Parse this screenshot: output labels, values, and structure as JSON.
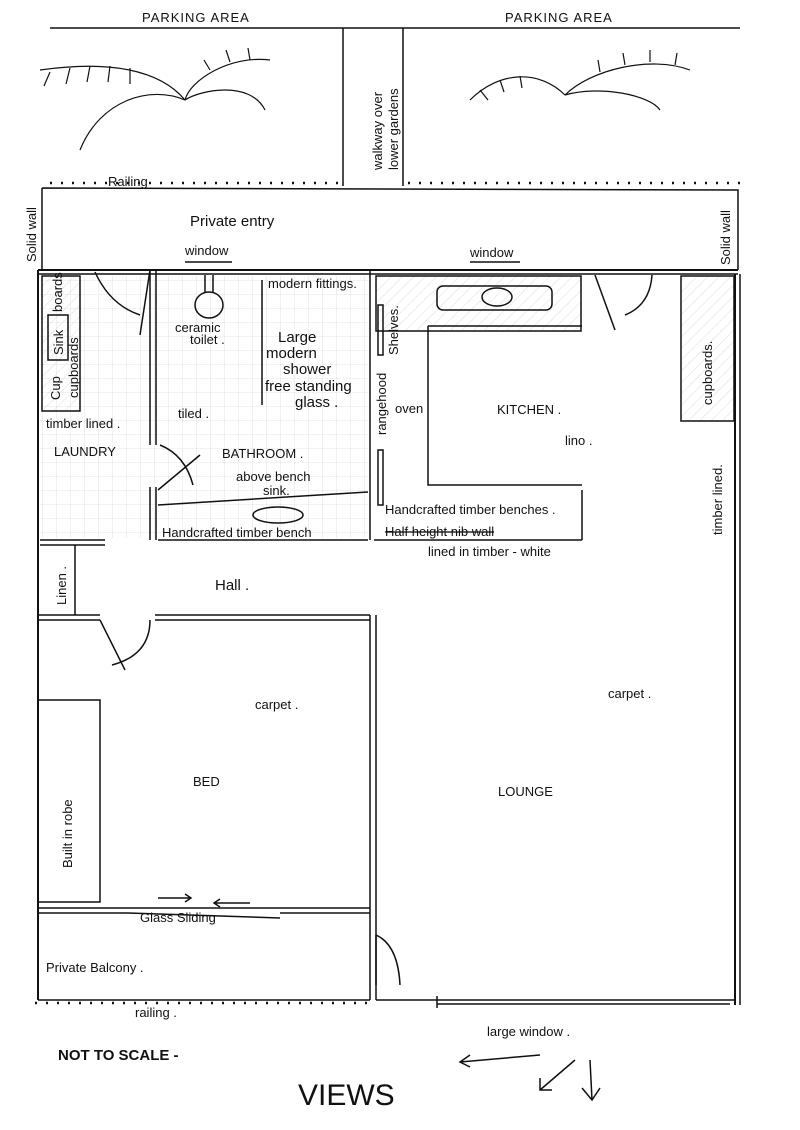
{
  "title_left": "PARKING AREA",
  "title_right": "PARKING AREA",
  "walkway": [
    "walkway over",
    "lower gardens"
  ],
  "railing_top": "Railing",
  "private_entry": "Private entry",
  "solid_wall_left": "Solid wall",
  "solid_wall_right": "Solid wall",
  "window_left": "window",
  "window_right": "window",
  "laundry": {
    "boards": "boards",
    "sink": "Sink",
    "cupboards": "cupboards",
    "cup": "Cup",
    "timber_lined": "timber lined .",
    "label": "LAUNDRY"
  },
  "bathroom": {
    "modern_fittings": "modern fittings.",
    "toilet": [
      "ceramic",
      "toilet ."
    ],
    "shower": [
      "Large",
      "modern",
      "shower",
      "free standing",
      "glass ."
    ],
    "tiled": "tiled .",
    "label": "BATHROOM .",
    "sink": [
      "above bench",
      "sink."
    ],
    "bench": "Handcrafted timber bench"
  },
  "kitchen": {
    "shelves": "Shelves.",
    "rangehood": "rangehood",
    "oven": "oven",
    "label": "KITCHEN .",
    "floor": "lino .",
    "cupboards": "cupboards.",
    "timber_lined": "timber lined.",
    "benches": "Handcrafted timber benches .",
    "nib_wall": "Half height nib wall",
    "nib_lined": "lined in timber - white"
  },
  "hall": "Hall .",
  "linen": "Linen .",
  "bedroom": {
    "label": "BED",
    "carpet": "carpet .",
    "robe": "Built in robe",
    "glass_sliding": "Glass Sliding"
  },
  "lounge": {
    "label": "LOUNGE",
    "carpet": "carpet .",
    "large_window": "large window ."
  },
  "balcony": {
    "label": "Private Balcony .",
    "railing": "railing ."
  },
  "note": "NOT TO SCALE -",
  "views": "VIEWS"
}
